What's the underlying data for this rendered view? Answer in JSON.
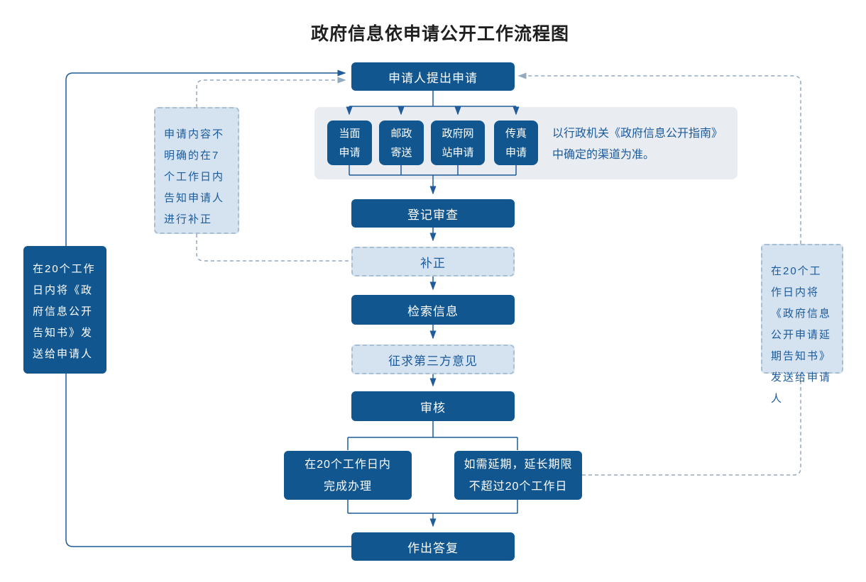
{
  "title": "政府信息依申请公开工作流程图",
  "nodes": {
    "apply": "申请人提出申请",
    "register": "登记审查",
    "correction": "补正",
    "retrieve": "检索信息",
    "third_party": "征求第三方意见",
    "review": "审核",
    "reply": "作出答复"
  },
  "channels": [
    "当面申请",
    "邮政寄送",
    "政府网站申请",
    "传真申请"
  ],
  "channel_note": {
    "line1": "以行政机关《政府信息公开指南》",
    "line2": "中确定的渠道为准。"
  },
  "complete": {
    "line1": "在20个工作日内",
    "line2": "完成办理"
  },
  "extension": {
    "line1": "如需延期，延长期限",
    "line2": "不超过20个工作日"
  },
  "notes": {
    "correction_note": "申请内容不明确的在7个工作日内告知申请人进行补正",
    "disclosure_note": "在20个工作日内将《政府信息公开告知书》发送给申请人",
    "extension_note": "在20个工作日内将《政府信息公开申请延期告知书》 发送给申请人"
  },
  "colors": {
    "dark_blue": "#11568F",
    "light_blue_fill": "#D5E3F1",
    "panel_gray": "#E9EDF2",
    "solid_line": "#1F5C99",
    "dashed_line": "#93A9BE",
    "note_text": "#1B5A9B"
  }
}
